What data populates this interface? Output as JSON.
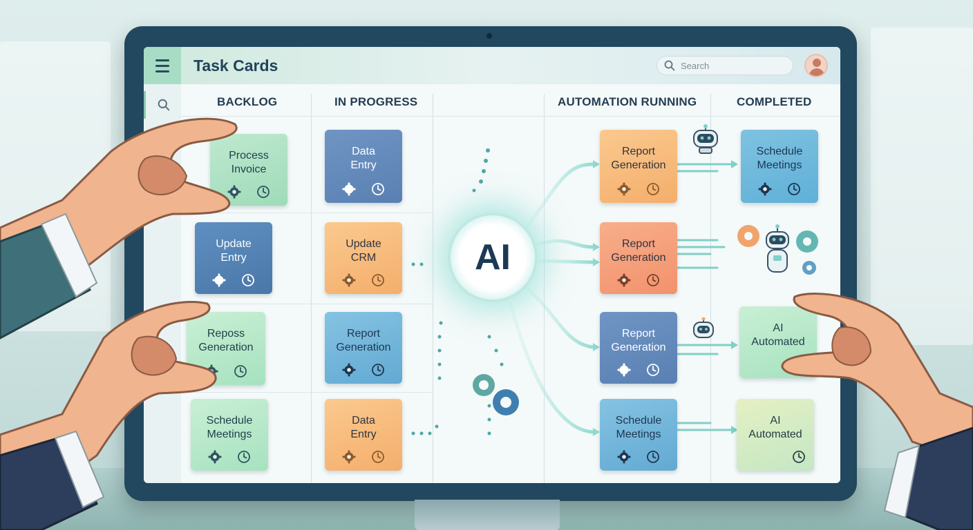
{
  "app": {
    "title": "Task Cards"
  },
  "search": {
    "placeholder": "Search"
  },
  "columns": [
    {
      "label": "BACKLOG"
    },
    {
      "label": "IN PROGRESS"
    },
    {
      "label": "AUTOMATION RUNNING"
    },
    {
      "label": "COMPLETED"
    }
  ],
  "backlog": [
    {
      "title": "Process\nInvoice",
      "color": "green"
    },
    {
      "title": "Update\nEntry",
      "color": "blue"
    },
    {
      "title": "Reposs\nGeneration",
      "color": "mint"
    },
    {
      "title": "Schedule\nMeetings",
      "color": "mint"
    }
  ],
  "in_progress": [
    {
      "title": "Data\nEntry",
      "color": "steel"
    },
    {
      "title": "Update\nCRM",
      "color": "orange"
    },
    {
      "title": "Report\nGeneration",
      "color": "lightblue"
    },
    {
      "title": "Data\nEntry",
      "color": "orange"
    }
  ],
  "automation": [
    {
      "title": "Report\nGeneration",
      "color": "orange"
    },
    {
      "title": "Report\nGeneration",
      "color": "salmon"
    },
    {
      "title": "Report\nGeneration",
      "color": "steel"
    },
    {
      "title": "Schedule\nMeetings",
      "color": "lightblue"
    }
  ],
  "completed": [
    {
      "title": "Schedule\nMeetings",
      "color": "skyblue"
    },
    {
      "title": "AI\nAutomated",
      "color": "mint"
    },
    {
      "title": "AI\nAutomated",
      "color": "yellowgreen"
    }
  ],
  "hub": {
    "label": "AI"
  },
  "colors": {
    "accent": "#8ec7b0",
    "monitor": "#22485f",
    "title": "#23435a"
  }
}
